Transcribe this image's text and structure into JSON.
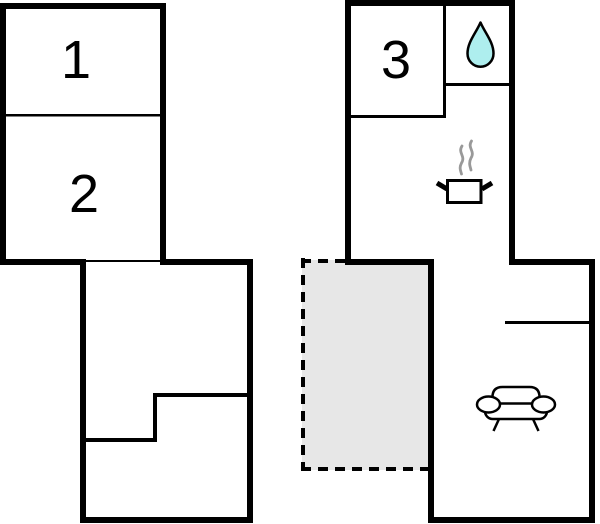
{
  "floorplan": {
    "rooms": [
      {
        "id": "room-1",
        "label": "1"
      },
      {
        "id": "room-2",
        "label": "2"
      },
      {
        "id": "room-3",
        "label": "3"
      }
    ],
    "icons": [
      {
        "name": "water-drop-icon"
      },
      {
        "name": "steam-icon"
      },
      {
        "name": "cooking-pot-icon"
      },
      {
        "name": "sofa-icon"
      }
    ],
    "colors": {
      "wall": "#000000",
      "terrace_fill": "#e7e7e7",
      "droplet_fill": "#aeeeee",
      "steam": "#999999",
      "background": "#ffffff",
      "label_text": "#000000"
    }
  }
}
